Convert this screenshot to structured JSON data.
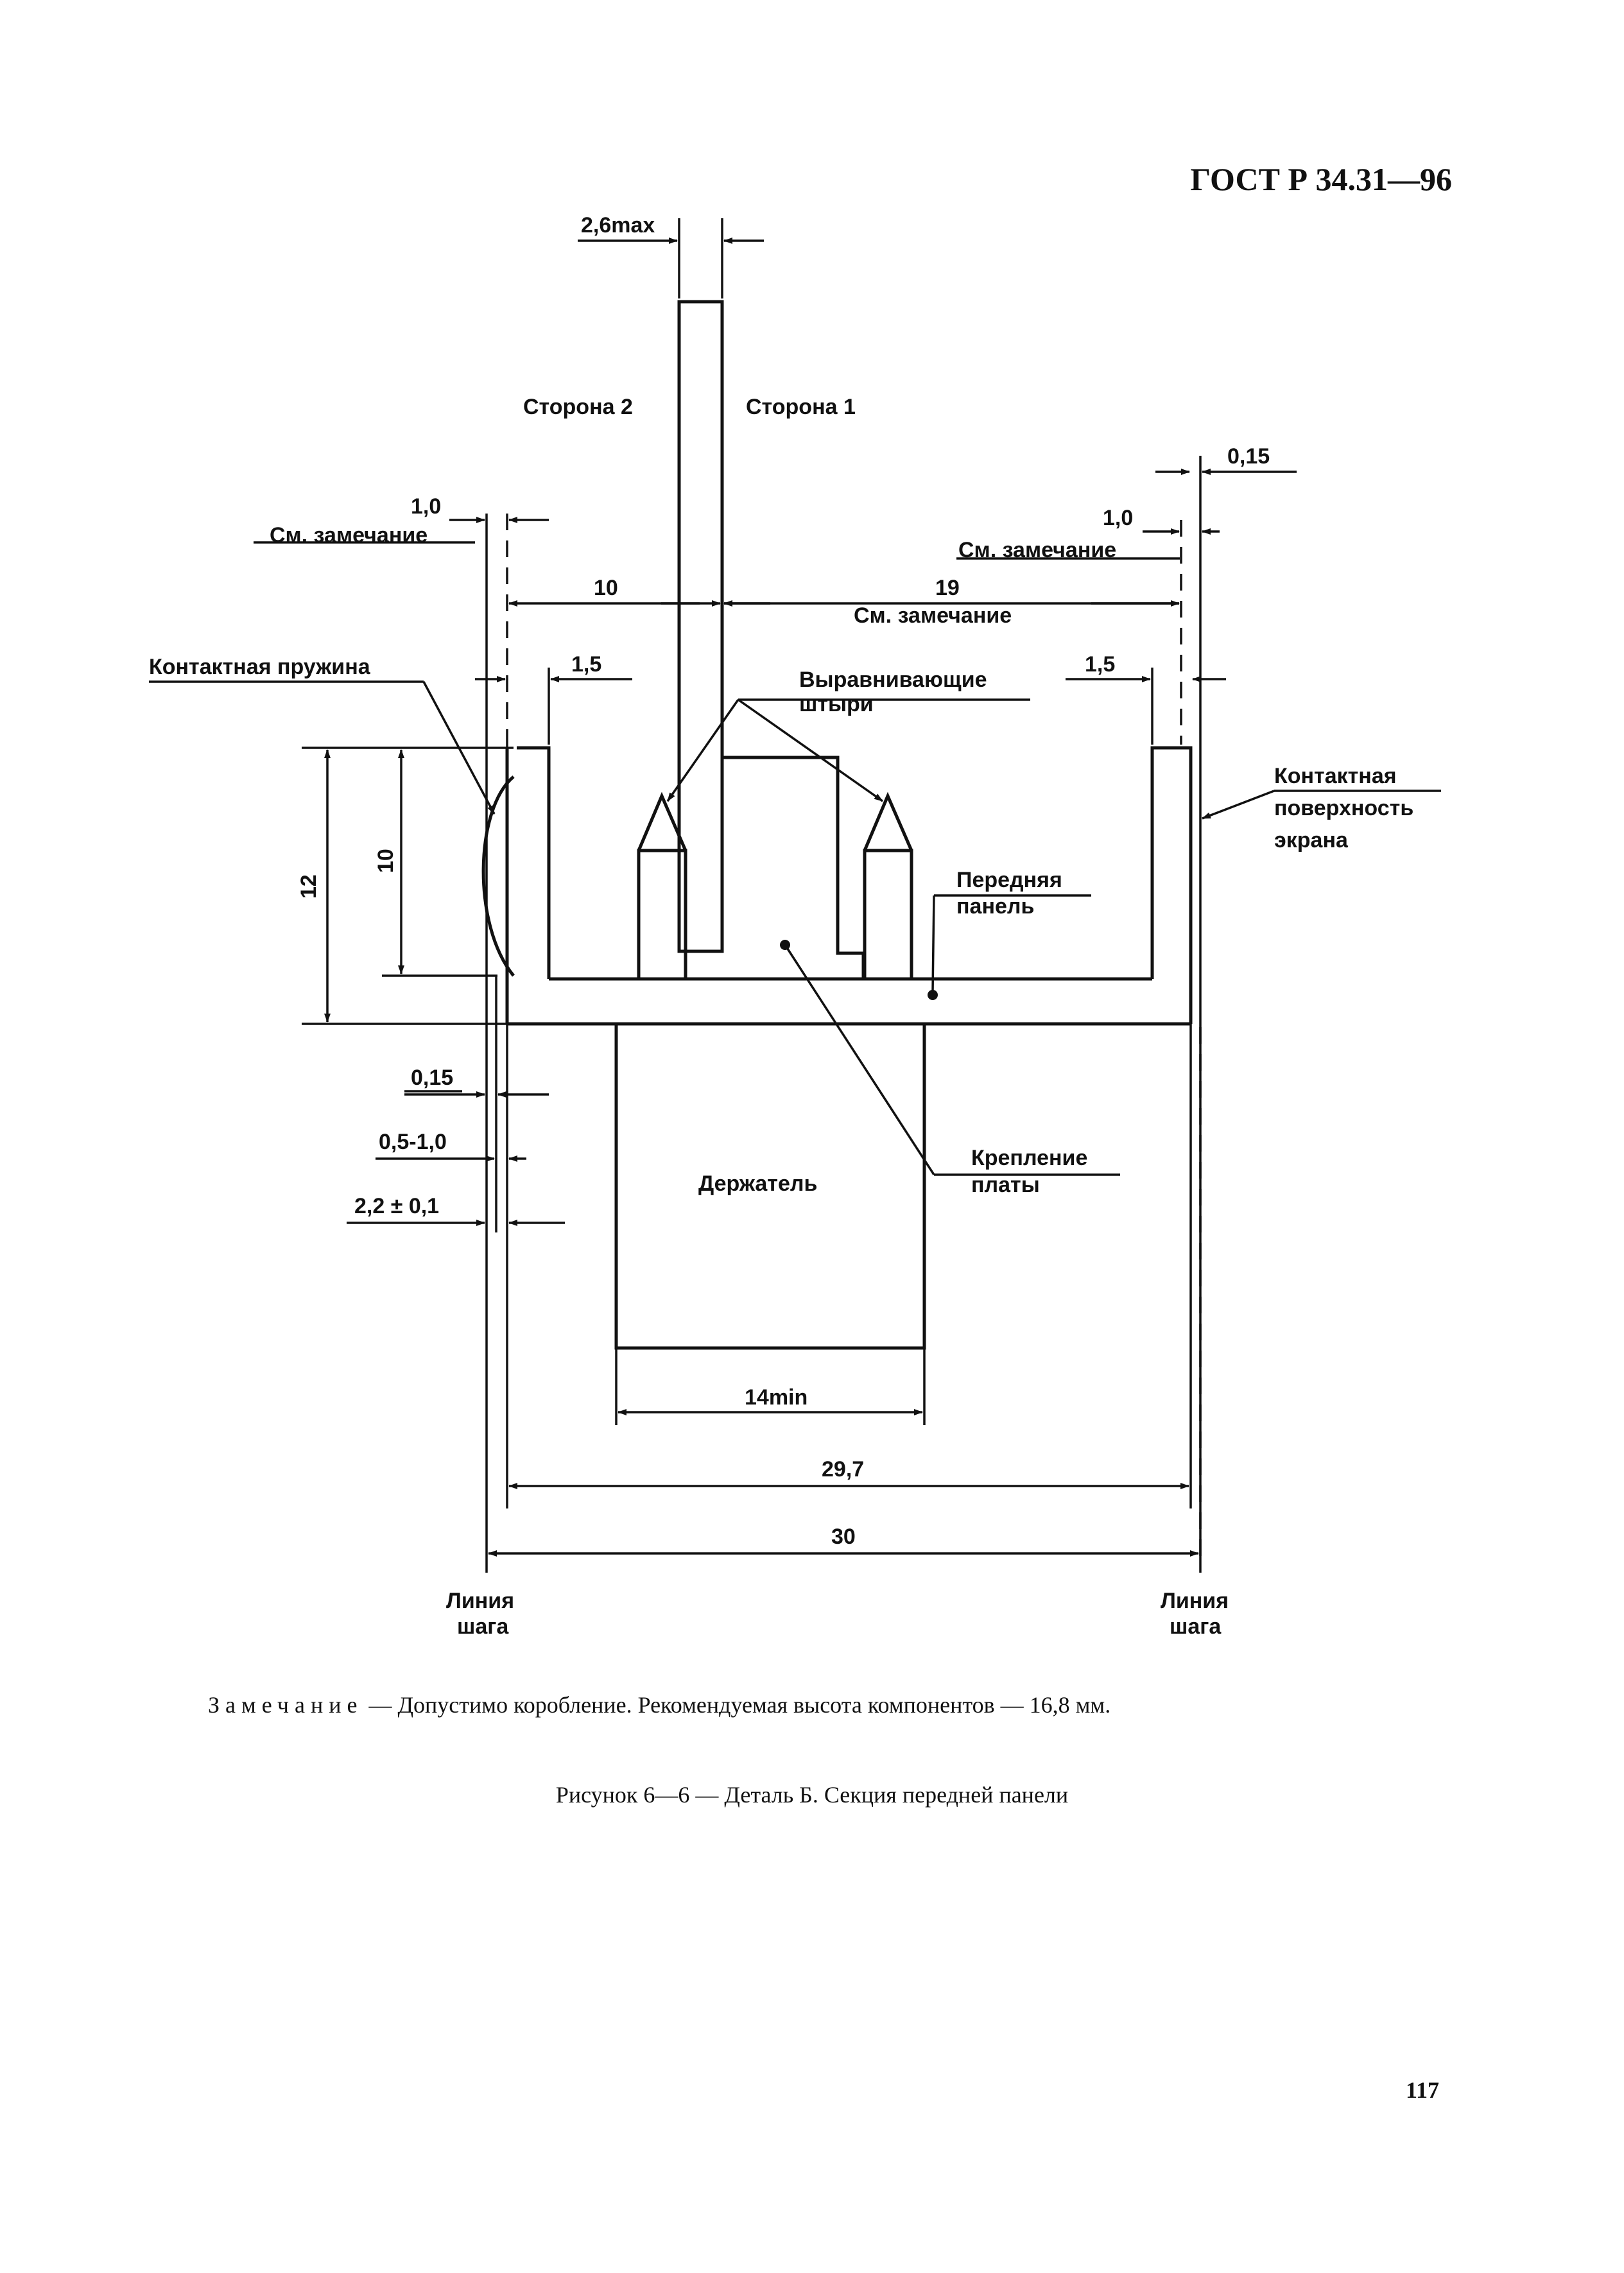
{
  "header": {
    "standard": "ГОСТ Р 34.31—96"
  },
  "drawing": {
    "side2": "Сторона 2",
    "side1": "Сторона 1",
    "dim_top": "2,6max",
    "dim_015_top": "0,15",
    "dim_10_left": "1,0",
    "see_note_left": "См. замечание",
    "dim_10_right": "1,0",
    "see_note_right": "См. замечание",
    "dim_10": "10",
    "dim_19": "19",
    "see_note_19": "См. замечание",
    "contact_spring": "Контактная пружина",
    "dim_15_left": "1,5",
    "dim_15_right": "1,5",
    "aligning_pins_1": "Выравнивающие",
    "aligning_pins_2": "штыри",
    "contact_surface_1": "Контактная",
    "contact_surface_2": "поверхность",
    "contact_surface_3": "экрана",
    "front_panel_1": "Передняя",
    "front_panel_2": "панель",
    "dim_12": "12",
    "dim_10_vert": "10",
    "dim_015_left": "0,15",
    "dim_05_10": "0,5-1,0",
    "dim_22": "2,2 ± 0,1",
    "holder": "Держатель",
    "board_mount_1": "Крепление",
    "board_mount_2": "платы",
    "dim_14": "14min",
    "dim_297": "29,7",
    "dim_30": "30",
    "pitch_line_1": "Линия",
    "pitch_line_2": "шага"
  },
  "note": {
    "label": "Замечание",
    "text": " — Допустимо коробление. Рекомендуемая высота компонентов — 16,8 мм."
  },
  "caption": "Рисунок 6—6 — Деталь Б. Секция передней панели",
  "page_number": "117"
}
